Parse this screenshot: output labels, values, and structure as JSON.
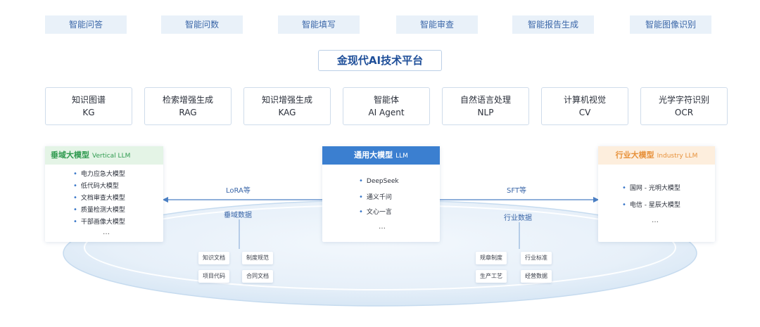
{
  "applications": [
    "智能问答",
    "智能问数",
    "智能填写",
    "智能审查",
    "智能报告生成",
    "智能图像识别"
  ],
  "platform": "金现代AI技术平台",
  "technologies": [
    {
      "cn": "知识图谱",
      "en": "KG"
    },
    {
      "cn": "检索增强生成",
      "en": "RAG"
    },
    {
      "cn": "知识增强生成",
      "en": "KAG"
    },
    {
      "cn": "智能体",
      "en": "AI Agent"
    },
    {
      "cn": "自然语言处理",
      "en": "NLP"
    },
    {
      "cn": "计算机视觉",
      "en": "CV"
    },
    {
      "cn": "光学字符识别",
      "en": "OCR"
    }
  ],
  "vertical": {
    "title": "垂域大模型",
    "subtitle": "Vertical LLM",
    "items": [
      "电力应急大模型",
      "低代码大模型",
      "文档审查大模型",
      "质量检测大模型",
      "干部画像大模型"
    ],
    "more": "…"
  },
  "general": {
    "title": "通用大模型",
    "subtitle": "LLM",
    "items": [
      "DeepSeek",
      "通义千问",
      "文心一言"
    ],
    "more": "…"
  },
  "industry": {
    "title": "行业大模型",
    "subtitle": "Industry LLM",
    "items": [
      "国网 - 光明大模型",
      "电信 - 星辰大模型"
    ],
    "more": "…"
  },
  "left_flow": {
    "method": "LoRA等",
    "data": "垂域数据",
    "tags": [
      "知识文档",
      "制度规范",
      "项目代码",
      "合同文档"
    ]
  },
  "right_flow": {
    "method": "SFT等",
    "data": "行业数据",
    "tags": [
      "规章制度",
      "行业标准",
      "生产工艺",
      "经营数据"
    ]
  },
  "colors": {
    "vertical": "#2f9a4f",
    "general": "#2f6fc0",
    "industry": "#e7913a",
    "accent": "#3a66a8"
  }
}
